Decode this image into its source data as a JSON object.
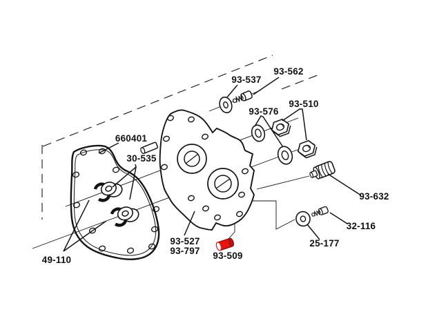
{
  "diagram": {
    "type": "exploded-parts-diagram",
    "background_color": "#ffffff",
    "line_color": "#141414",
    "highlight_color": "#e8150f",
    "highlighted_part_label": "93-509",
    "labels": {
      "l660401": "660401",
      "l30535": "30-535",
      "l49110": "49-110",
      "l93537": "93-537",
      "l93562": "93-562",
      "l93576": "93-576",
      "l93510": "93-510",
      "l93632": "93-632",
      "l32116": "32-116",
      "l25177": "25-177",
      "l93527": "93-527",
      "l93797": "93-797",
      "l93509": "93-509"
    }
  }
}
